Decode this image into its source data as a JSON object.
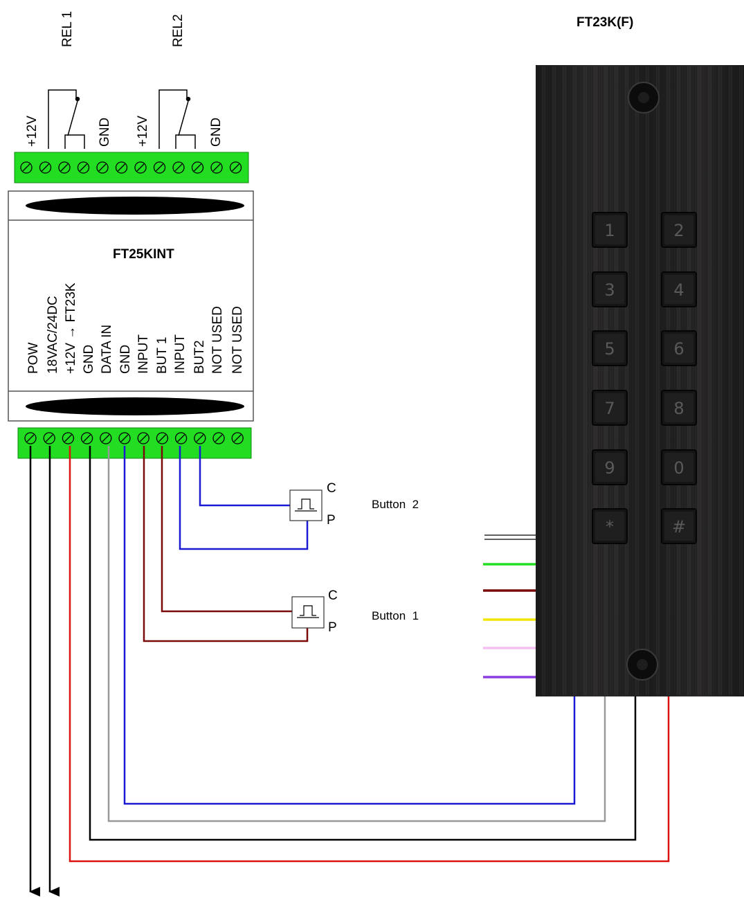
{
  "relay_labels": {
    "rel1": "REL 1",
    "rel2": "REL2"
  },
  "top_terminal_labels": [
    "+12V",
    "GND",
    "+12V",
    "GND"
  ],
  "module": {
    "name": "FT25KINT",
    "pins": [
      "POW",
      "18VAC/24DC",
      "+12V → FT23K",
      "GND",
      "DATA IN",
      "GND",
      "INPUT",
      "BUT 1",
      "INPUT",
      "BUT2",
      "NOT USED",
      "NOT USED"
    ]
  },
  "keypad": {
    "name": "FT23K(F)",
    "keys": [
      "1",
      "2",
      "3",
      "4",
      "5",
      "6",
      "7",
      "8",
      "9",
      "0",
      "*",
      "#"
    ]
  },
  "buttons": [
    {
      "label": "Button  2",
      "contact_top": "C",
      "contact_bottom": "P"
    },
    {
      "label": "Button  1",
      "contact_top": "C",
      "contact_bottom": "P"
    }
  ],
  "colors": {
    "terminal_green": "#22dd22",
    "wire_blue": "#1a1ad4",
    "wire_red": "#dd1111",
    "wire_darkred": "#7a0a0a",
    "wire_gray": "#999999",
    "wire_black": "#000000",
    "wire_green": "#22dd22",
    "wire_yellow": "#f2e600",
    "wire_pink": "#f5bff0",
    "wire_purple": "#8a3ee0",
    "panel_dark": "#232323"
  }
}
